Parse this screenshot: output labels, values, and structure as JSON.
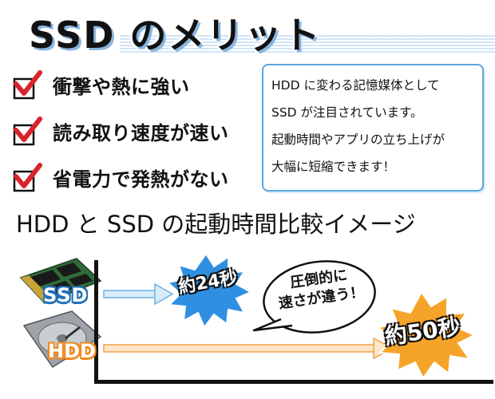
{
  "header": {
    "title": "SSD のメリット"
  },
  "merits": [
    {
      "text": "衝撃や熱に強い",
      "icon": "checkbox-check-icon"
    },
    {
      "text": "読み取り速度が速い",
      "icon": "checkbox-check-icon"
    },
    {
      "text": "省電力で発熱がない",
      "icon": "checkbox-check-icon"
    }
  ],
  "info": {
    "lines": [
      "HDD に変わる記憶媒体として",
      "SSD が注目されています。",
      "起動時間やアプリの立ち上げが",
      "大幅に短縮できます！"
    ]
  },
  "comparison": {
    "title": "HDD と SSD の起動時間比較イメージ",
    "ssd": {
      "label": "SSD",
      "time": "約24秒",
      "color": "#2b86d1"
    },
    "hdd": {
      "label": "HDD",
      "time": "約50秒",
      "color": "#f39a2a"
    },
    "bubble_lines": [
      "圧倒的に",
      "速さが違う！"
    ]
  },
  "colors": {
    "accent_blue": "#58a6e0",
    "check_red": "#d9232a",
    "ssd_burst": "#2f8fe0",
    "hdd_burst": "#f6a329"
  }
}
